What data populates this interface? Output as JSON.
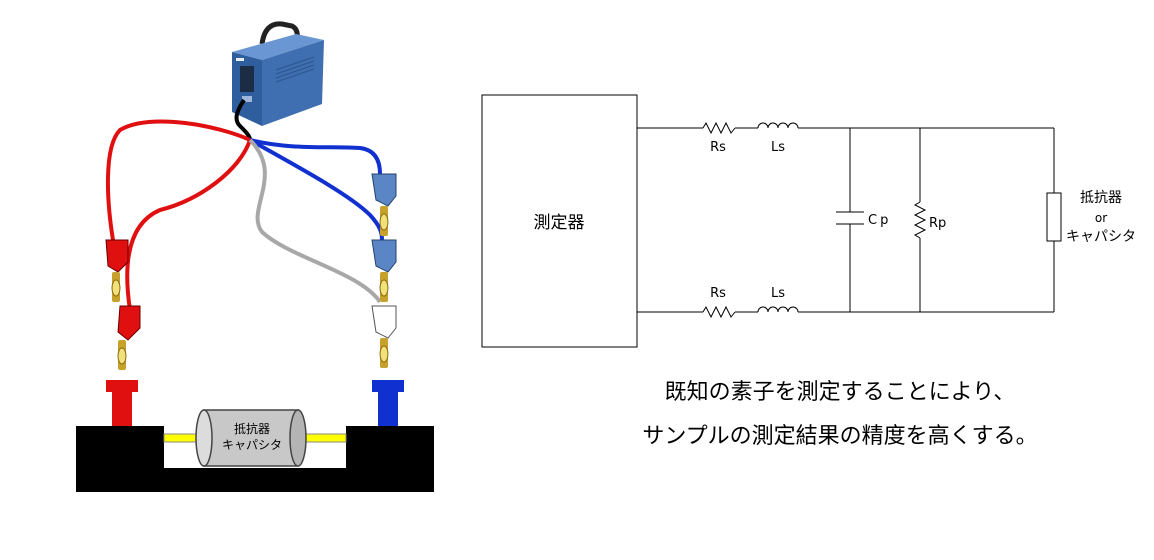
{
  "setup": {
    "sample_label_line1": "抵抗器",
    "sample_label_line2": "キャパシタ"
  },
  "circuit": {
    "instrument_label": "測定器",
    "series_resistor_top": "Rs",
    "series_inductor_top": "Ls",
    "series_resistor_bottom": "Rs",
    "series_inductor_bottom": "Ls",
    "parallel_capacitor": "Cp",
    "parallel_resistor": "Rp",
    "dut_line1": "抵抗器",
    "dut_line2": "or",
    "dut_line3": "キャパシタ"
  },
  "caption": {
    "line1": "既知の素子を測定することにより、",
    "line2": "サンプルの測定結果の精度を高くする。"
  },
  "colors": {
    "red_lead": "#e01010",
    "blue_lead": "#1030d0",
    "gray_lead": "#a8a8a8",
    "instrument_blue": "#3f6fb0",
    "connector_blue": "#5b86c6",
    "fixture_black": "#000000",
    "pin_yellow": "#ffff00",
    "sample_gray": "#c8c8c8"
  }
}
